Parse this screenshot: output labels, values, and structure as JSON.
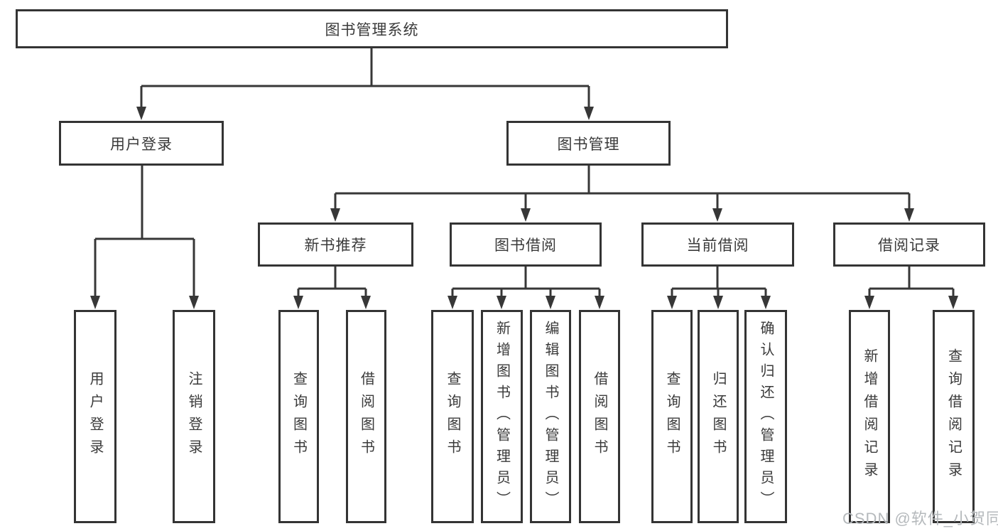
{
  "nodes": {
    "root": "图书管理系统",
    "user_login": "用户登录",
    "book_mgmt": "图书管理",
    "leaf_user_login": "用户登录",
    "leaf_logout": "注销登录",
    "new_book_rec": "新书推荐",
    "book_borrow": "图书借阅",
    "current_borrow": "当前借阅",
    "borrow_records": "借阅记录",
    "nbr_query_book": "查询图书",
    "nbr_borrow_book": "借阅图书",
    "bb_query_book": "查询图书",
    "bb_add_book": "新增图书（管理员）",
    "bb_edit_book": "编辑图书（管理员）",
    "bb_borrow_book": "借阅图书",
    "cb_query_book": "查询图书",
    "cb_return_book": "归还图书",
    "cb_confirm_return": "确认归还（管理员）",
    "br_add_record": "新增借阅记录",
    "br_query_record": "查询借阅记录"
  },
  "hierarchy": [
    {
      "parent": "图书管理系统",
      "children": [
        "用户登录",
        "图书管理"
      ]
    },
    {
      "parent": "用户登录",
      "children": [
        "用户登录",
        "注销登录"
      ]
    },
    {
      "parent": "图书管理",
      "children": [
        "新书推荐",
        "图书借阅",
        "当前借阅",
        "借阅记录"
      ]
    },
    {
      "parent": "新书推荐",
      "children": [
        "查询图书",
        "借阅图书"
      ]
    },
    {
      "parent": "图书借阅",
      "children": [
        "查询图书",
        "新增图书（管理员）",
        "编辑图书（管理员）",
        "借阅图书"
      ]
    },
    {
      "parent": "当前借阅",
      "children": [
        "查询图书",
        "归还图书",
        "确认归还（管理员）"
      ]
    },
    {
      "parent": "借阅记录",
      "children": [
        "新增借阅记录",
        "查询借阅记录"
      ]
    }
  ],
  "colors": {
    "line": "#373737",
    "text": "#3a3a3a",
    "background": "#ffffff",
    "watermark": "#b5b9bc"
  },
  "watermark": "CSDN @软件_小贺同学"
}
